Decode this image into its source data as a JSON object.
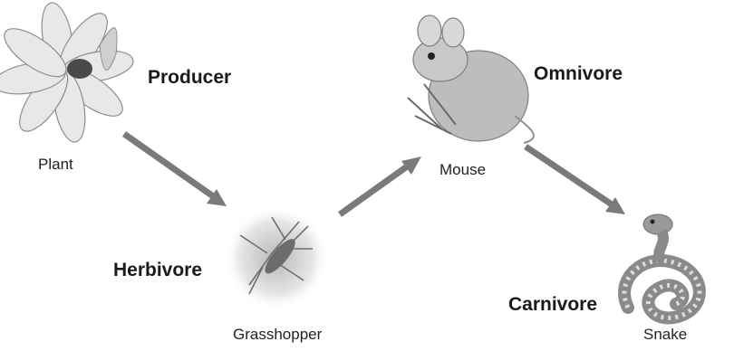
{
  "organisms": {
    "plant": {
      "name": "Plant",
      "role": "Producer",
      "icon": "flower-icon"
    },
    "grasshopper": {
      "name": "Grasshopper",
      "role": "Herbivore",
      "icon": "grasshopper-icon"
    },
    "mouse": {
      "name": "Mouse",
      "role": "Omnivore",
      "icon": "mouse-icon"
    },
    "snake": {
      "name": "Snake",
      "role": "Carnivore",
      "icon": "snake-icon"
    }
  },
  "arrows": [
    {
      "from": "plant",
      "to": "grasshopper"
    },
    {
      "from": "grasshopper",
      "to": "mouse"
    },
    {
      "from": "mouse",
      "to": "snake"
    }
  ],
  "colors": {
    "arrow": "#7a7a7a",
    "illustration": "#9a9a9a",
    "text": "#1a1a1a"
  }
}
